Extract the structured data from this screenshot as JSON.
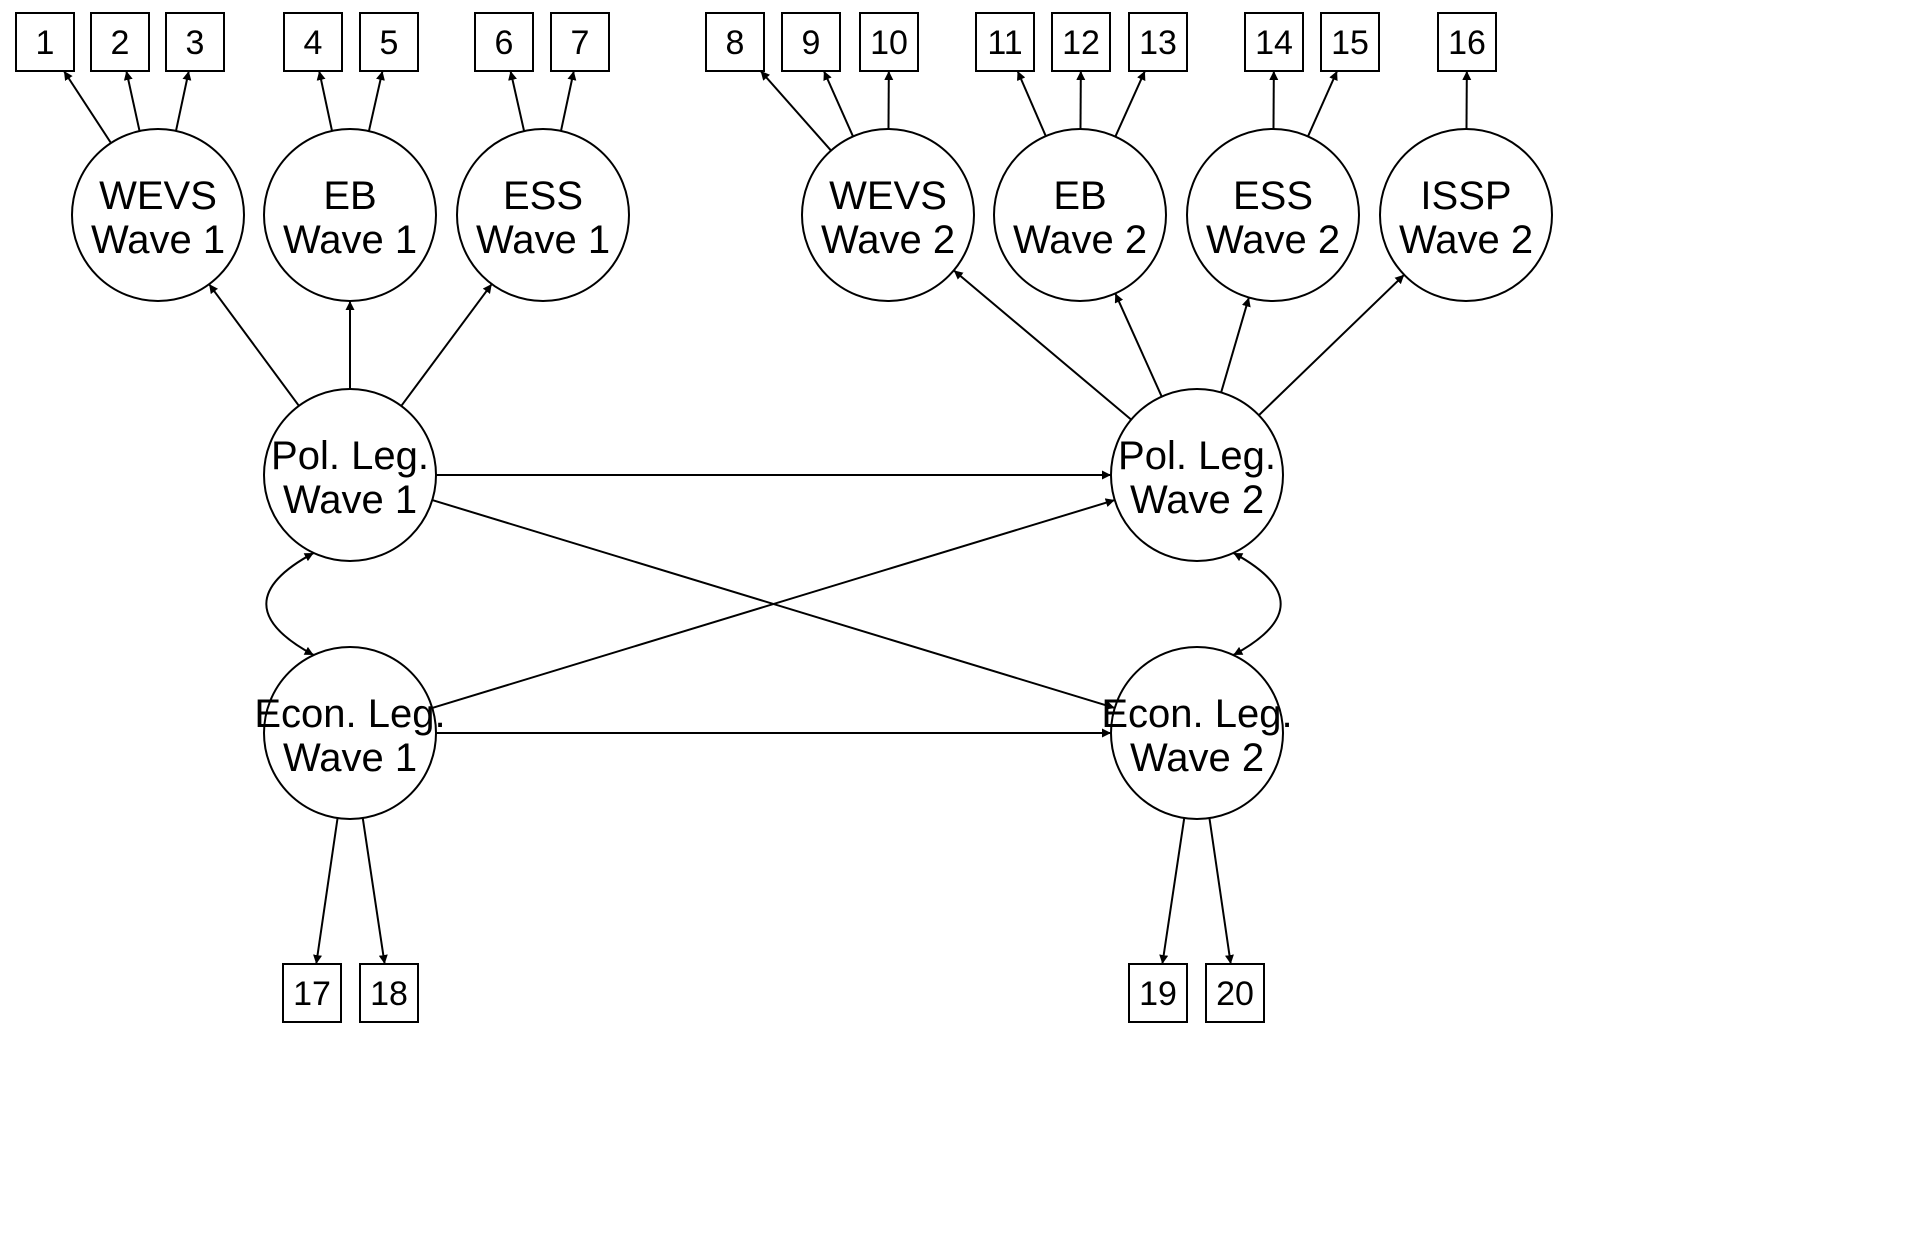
{
  "indicators": [
    {
      "id": "i1",
      "label": "1"
    },
    {
      "id": "i2",
      "label": "2"
    },
    {
      "id": "i3",
      "label": "3"
    },
    {
      "id": "i4",
      "label": "4"
    },
    {
      "id": "i5",
      "label": "5"
    },
    {
      "id": "i6",
      "label": "6"
    },
    {
      "id": "i7",
      "label": "7"
    },
    {
      "id": "i8",
      "label": "8"
    },
    {
      "id": "i9",
      "label": "9"
    },
    {
      "id": "i10",
      "label": "10"
    },
    {
      "id": "i11",
      "label": "11"
    },
    {
      "id": "i12",
      "label": "12"
    },
    {
      "id": "i13",
      "label": "13"
    },
    {
      "id": "i14",
      "label": "14"
    },
    {
      "id": "i15",
      "label": "15"
    },
    {
      "id": "i16",
      "label": "16"
    },
    {
      "id": "i17",
      "label": "17"
    },
    {
      "id": "i18",
      "label": "18"
    },
    {
      "id": "i19",
      "label": "19"
    },
    {
      "id": "i20",
      "label": "20"
    }
  ],
  "latents": [
    {
      "id": "wevs1",
      "line1": "WEVS",
      "line2": "Wave 1"
    },
    {
      "id": "eb1",
      "line1": "EB",
      "line2": "Wave 1"
    },
    {
      "id": "ess1",
      "line1": "ESS",
      "line2": "Wave 1"
    },
    {
      "id": "wevs2",
      "line1": "WEVS",
      "line2": "Wave 2"
    },
    {
      "id": "eb2",
      "line1": "EB",
      "line2": "Wave 2"
    },
    {
      "id": "ess2",
      "line1": "ESS",
      "line2": "Wave 2"
    },
    {
      "id": "issp2",
      "line1": "ISSP",
      "line2": "Wave 2"
    },
    {
      "id": "pol1",
      "line1": "Pol. Leg.",
      "line2": "Wave 1"
    },
    {
      "id": "pol2",
      "line1": "Pol. Leg.",
      "line2": "Wave 2"
    },
    {
      "id": "econ1",
      "line1": "Econ. Leg.",
      "line2": "Wave 1"
    },
    {
      "id": "econ2",
      "line1": "Econ. Leg.",
      "line2": "Wave 2"
    }
  ],
  "edges": [
    {
      "from": "wevs1",
      "to": "i1"
    },
    {
      "from": "wevs1",
      "to": "i2"
    },
    {
      "from": "wevs1",
      "to": "i3"
    },
    {
      "from": "eb1",
      "to": "i4"
    },
    {
      "from": "eb1",
      "to": "i5"
    },
    {
      "from": "ess1",
      "to": "i6"
    },
    {
      "from": "ess1",
      "to": "i7"
    },
    {
      "from": "wevs2",
      "to": "i8"
    },
    {
      "from": "wevs2",
      "to": "i9"
    },
    {
      "from": "wevs2",
      "to": "i10"
    },
    {
      "from": "eb2",
      "to": "i11"
    },
    {
      "from": "eb2",
      "to": "i12"
    },
    {
      "from": "eb2",
      "to": "i13"
    },
    {
      "from": "ess2",
      "to": "i14"
    },
    {
      "from": "ess2",
      "to": "i15"
    },
    {
      "from": "issp2",
      "to": "i16"
    },
    {
      "from": "pol1",
      "to": "wevs1"
    },
    {
      "from": "pol1",
      "to": "eb1"
    },
    {
      "from": "pol1",
      "to": "ess1"
    },
    {
      "from": "pol2",
      "to": "wevs2"
    },
    {
      "from": "pol2",
      "to": "eb2"
    },
    {
      "from": "pol2",
      "to": "ess2"
    },
    {
      "from": "pol2",
      "to": "issp2"
    },
    {
      "from": "pol1",
      "to": "pol2"
    },
    {
      "from": "pol1",
      "to": "econ2"
    },
    {
      "from": "econ1",
      "to": "pol2"
    },
    {
      "from": "econ1",
      "to": "econ2"
    },
    {
      "from": "econ1",
      "to": "i17"
    },
    {
      "from": "econ1",
      "to": "i18"
    },
    {
      "from": "econ2",
      "to": "i19"
    },
    {
      "from": "econ2",
      "to": "i20"
    }
  ],
  "covariances": [
    {
      "a": "pol1",
      "b": "econ1",
      "side": "left"
    },
    {
      "a": "pol2",
      "b": "econ2",
      "side": "right"
    }
  ]
}
